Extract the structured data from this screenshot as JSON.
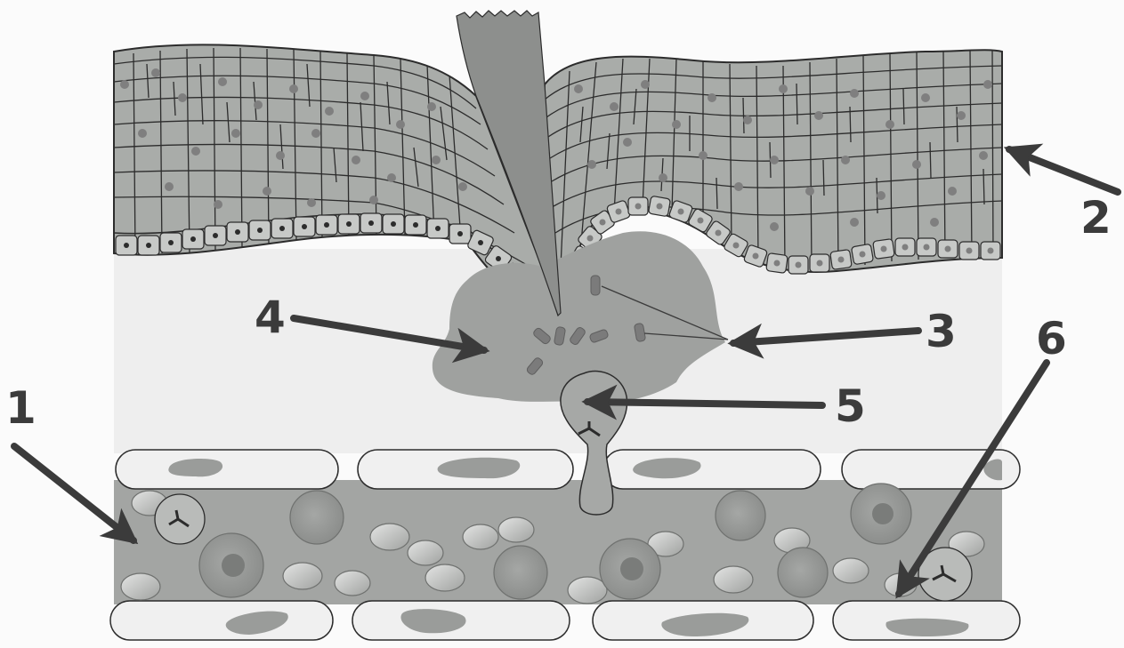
{
  "figure": {
    "labels": {
      "l1": "1",
      "l2": "2",
      "l3": "3",
      "l4": "4",
      "l5": "5",
      "l6": "6"
    },
    "colors": {
      "background": "#f5f5f5",
      "epidermis_fill": "#a9aca9",
      "basal_cell_fill": "#c7c9c7",
      "nucleus": "#7f7f7f",
      "cell_line": "#2c2c2c",
      "splinter": "#8d8f8d",
      "inflammation_zone": "#9fa19f",
      "bacteria": "#7b7b7b",
      "vessel_lumen": "#a3a5a3",
      "endothelial_cell": "#f0f0f0",
      "red_blood_cell": "#bcbebc",
      "leukocyte": "#8f918f",
      "arrow": "#3b3b3b"
    }
  }
}
